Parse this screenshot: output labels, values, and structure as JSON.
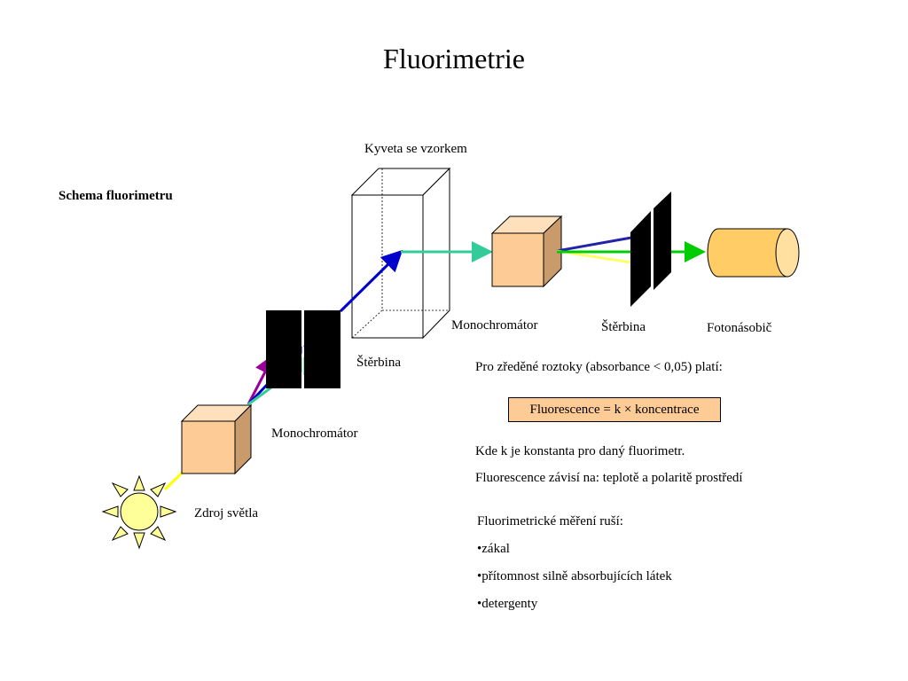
{
  "title": "Fluorimetrie",
  "schema_heading": "Schema fluorimetru",
  "labels": {
    "cuvette": "Kyveta se vzorkem",
    "monochromator_right": "Monochromátor",
    "slit_right": "Štěrbina",
    "photomultiplier": "Fotonásobič",
    "slit_left": "Štěrbina",
    "monochromator_left": "Monochromátor",
    "light_source": "Zdroj světla"
  },
  "notes": {
    "dilute_intro": "Pro zředěné roztoky (absorbance < 0,05) platí:",
    "formula": "Fluorescence = k × koncentrace",
    "k_constant": "Kde k je konstanta pro daný fluorimetr.",
    "dependence": "Fluorescence závisí na: teplotě a polaritě prostředí",
    "interference_heading": "Fluorimetrické měření ruší:",
    "interference_items": [
      "•zákal",
      "•přítomnost silně absorbujících látek",
      "•detergenty"
    ]
  },
  "colors": {
    "sun_fill": "#ffff99",
    "box_front": "#fdcb96",
    "box_side": "#c99a6c",
    "box_top": "#ffe0bd",
    "detector": "#ffcc66",
    "beam_yellow": "#ffff00",
    "beam_blue": "#0000cc",
    "beam_green": "#33cc99",
    "beam_purple": "#990099",
    "beam_bright_green": "#00cc00",
    "slit": "#000000"
  },
  "icons": [
    "sun-icon",
    "monochromator-box",
    "slit-icon",
    "cuvette-icon",
    "photomultiplier-icon"
  ]
}
